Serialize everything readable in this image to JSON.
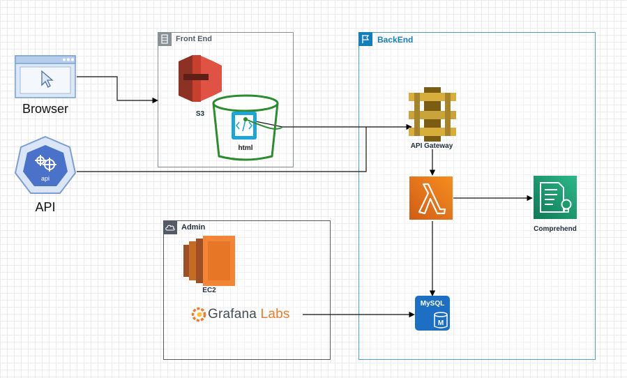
{
  "groups": {
    "frontend": {
      "title": "Front End"
    },
    "backend": {
      "title": "BackEnd"
    },
    "admin": {
      "title": "Admin"
    }
  },
  "nodes": {
    "browser": {
      "label": "Browser"
    },
    "api_client": {
      "label": "API",
      "icon_text": "api"
    },
    "s3": {
      "label": "S3"
    },
    "html_bucket": {
      "label": "html"
    },
    "api_gateway": {
      "label": "API Gateway"
    },
    "lambda": {
      "label": ""
    },
    "comprehend": {
      "label": "Comprehend"
    },
    "mysql": {
      "label": "MySQL",
      "badge": "M"
    },
    "ec2": {
      "label": "EC2"
    },
    "grafana": {
      "label_main": "Grafana",
      "label_accent": "Labs"
    }
  },
  "colors": {
    "s3": "#e05243",
    "api_gateway": "#c9a43a",
    "lambda": "#ea7e1f",
    "comprehend": "#1a9c6c",
    "mysql": "#1d6fc4",
    "ec2": "#ea7e1f",
    "kubernetes": "#4a72c9",
    "bucket": "#2b8b2e",
    "html_file": "#1ca6d8",
    "backend_border": "#4ea0c8"
  },
  "edges": [
    {
      "from": "browser",
      "to": "frontend"
    },
    {
      "from": "html_bucket",
      "to": "api_gateway"
    },
    {
      "from": "api_client",
      "to": "api_gateway"
    },
    {
      "from": "api_gateway",
      "to": "lambda"
    },
    {
      "from": "lambda",
      "to": "comprehend"
    },
    {
      "from": "lambda",
      "to": "mysql"
    },
    {
      "from": "grafana",
      "to": "mysql"
    }
  ]
}
